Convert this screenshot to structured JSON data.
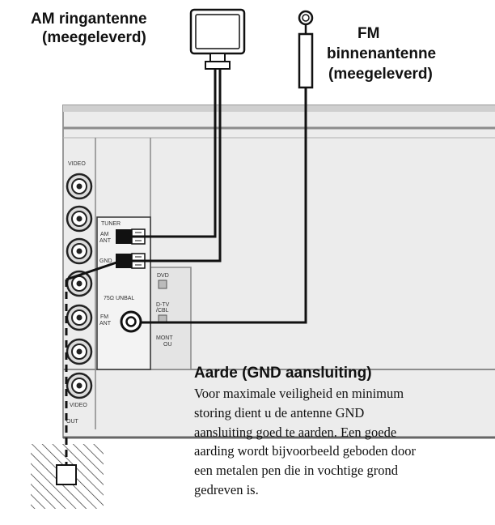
{
  "labels": {
    "am_title": "AM ringantenne",
    "am_sub": "(meegeleverd)",
    "fm_title": "FM",
    "fm_title_2": "binnenantenne",
    "fm_sub": "(meegeleverd)",
    "gnd_title": "Aarde (GND aansluiting)",
    "gnd_body": [
      "Voor maximale veiligheid en minimum",
      "storing dient u de antenne GND",
      "aansluiting goed te aarden. Een goede",
      "aarding wordt bijvoorbeeld geboden door",
      "een metalen pen die in vochtige grond",
      "gedreven is."
    ]
  },
  "panel": {
    "tuner": "TUNER",
    "am_ant": "AM",
    "am_ant_2": "ANT",
    "gnd": "GND",
    "unbal": "75Ω UNBAL",
    "fm_ant": "FM",
    "fm_ant_2": "ANT",
    "video_top": "VIDEO",
    "video_bottom": "VIDEO",
    "out": "OUT",
    "dvd": "DVD",
    "dtv": "D-TV",
    "cbl": "/CBL",
    "mon": "MONT",
    "out2": "OU"
  },
  "colors": {
    "panel": "#e8e8e8",
    "panel_edge": "#9a9a9a",
    "line": "#111111"
  }
}
